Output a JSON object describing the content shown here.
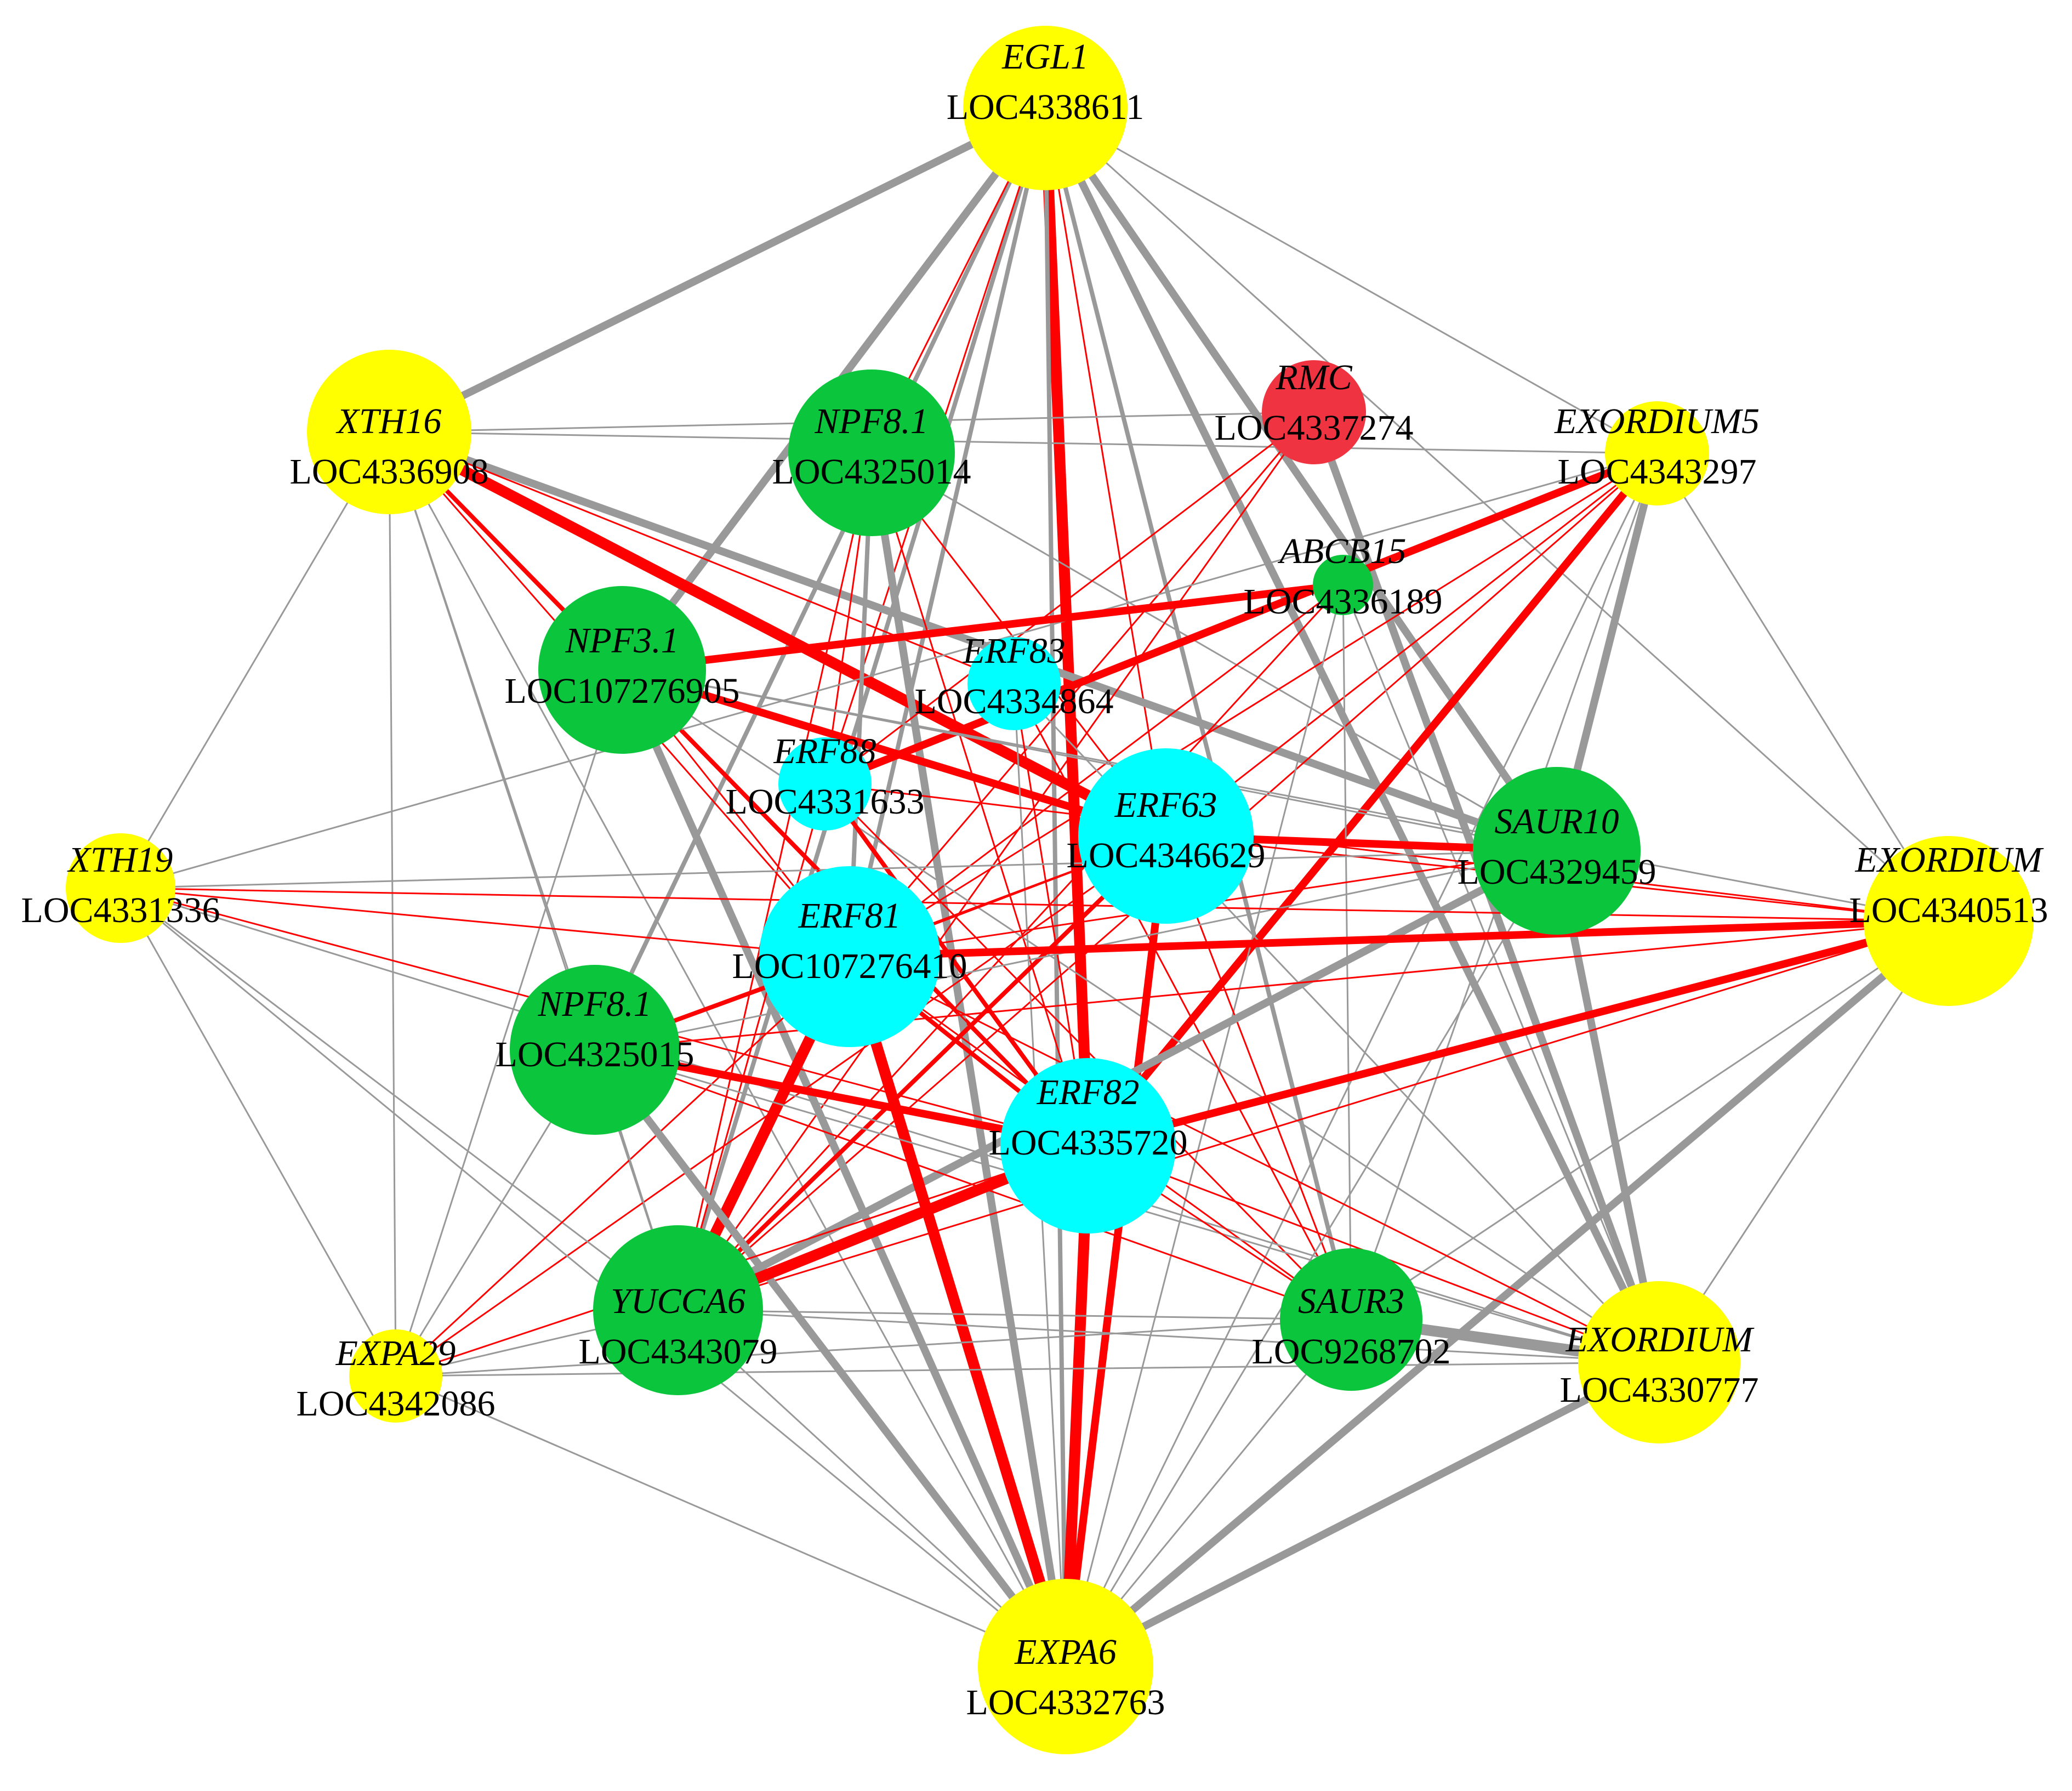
{
  "colors": {
    "yellow": "#ffff00",
    "green": "#0bc63c",
    "cyan": "#00ffff",
    "red_node": "#ef3340",
    "edge_red": "#ff0000",
    "edge_gray": "#999999"
  },
  "nodes": [
    {
      "id": "EGL1",
      "gene": "EGL1",
      "loc": "LOC4338611",
      "color": "yellow"
    },
    {
      "id": "XTH16",
      "gene": "XTH16",
      "loc": "LOC4336908",
      "color": "yellow"
    },
    {
      "id": "NPF8.1a",
      "gene": "NPF8.1",
      "loc": "LOC4325014",
      "color": "green"
    },
    {
      "id": "RMC",
      "gene": "RMC",
      "loc": "LOC4337274",
      "color": "red_node"
    },
    {
      "id": "EXORDIUM5",
      "gene": "EXORDIUM5",
      "loc": "LOC4343297",
      "color": "yellow"
    },
    {
      "id": "ABCB15",
      "gene": "ABCB15",
      "loc": "LOC4336189",
      "color": "green"
    },
    {
      "id": "NPF3.1",
      "gene": "NPF3.1",
      "loc": "LOC107276905",
      "color": "green"
    },
    {
      "id": "ERF83",
      "gene": "ERF83",
      "loc": "LOC4334864",
      "color": "cyan"
    },
    {
      "id": "ERF88",
      "gene": "ERF88",
      "loc": "LOC4331633",
      "color": "cyan"
    },
    {
      "id": "ERF63",
      "gene": "ERF63",
      "loc": "LOC4346629",
      "color": "cyan"
    },
    {
      "id": "SAUR10",
      "gene": "SAUR10",
      "loc": "LOC4329459",
      "color": "green"
    },
    {
      "id": "XTH19",
      "gene": "XTH19",
      "loc": "LOC4331336",
      "color": "yellow"
    },
    {
      "id": "EXORDIUMa",
      "gene": "EXORDIUM",
      "loc": "LOC4340513",
      "color": "yellow"
    },
    {
      "id": "ERF81",
      "gene": "ERF81",
      "loc": "LOC107276410",
      "color": "cyan"
    },
    {
      "id": "NPF8.1b",
      "gene": "NPF8.1",
      "loc": "LOC4325015",
      "color": "green"
    },
    {
      "id": "ERF82",
      "gene": "ERF82",
      "loc": "LOC4335720",
      "color": "cyan"
    },
    {
      "id": "YUCCA6",
      "gene": "YUCCA6",
      "loc": "LOC4343079",
      "color": "green"
    },
    {
      "id": "SAUR3",
      "gene": "SAUR3",
      "loc": "LOC9268702",
      "color": "green"
    },
    {
      "id": "EXORDIUMb",
      "gene": "EXORDIUM",
      "loc": "LOC4330777",
      "color": "yellow"
    },
    {
      "id": "EXPA29",
      "gene": "EXPA29",
      "loc": "LOC4342086",
      "color": "yellow"
    },
    {
      "id": "EXPA6",
      "gene": "EXPA6",
      "loc": "LOC4332763",
      "color": "yellow"
    }
  ],
  "edges": [
    [
      "EGL1",
      "XTH16",
      "gray",
      3
    ],
    [
      "EGL1",
      "NPF3.1",
      "gray",
      3
    ],
    [
      "EGL1",
      "ERF81",
      "gray",
      2
    ],
    [
      "EGL1",
      "ERF82",
      "red",
      4
    ],
    [
      "EGL1",
      "SAUR10",
      "gray",
      3
    ],
    [
      "EGL1",
      "EXORDIUMb",
      "gray",
      3
    ],
    [
      "EGL1",
      "YUCCA6",
      "gray",
      2
    ],
    [
      "EGL1",
      "EXORDIUMa",
      "gray",
      1
    ],
    [
      "EGL1",
      "NPF8.1b",
      "gray",
      2
    ],
    [
      "EGL1",
      "EXPA6",
      "gray",
      2
    ],
    [
      "EGL1",
      "ERF88",
      "red",
      1
    ],
    [
      "EGL1",
      "ERF63",
      "red",
      1
    ],
    [
      "EGL1",
      "NPF8.1a",
      "red",
      1
    ],
    [
      "EGL1",
      "SAUR3",
      "gray",
      2
    ],
    [
      "EGL1",
      "EXORDIUM5",
      "gray",
      1
    ],
    [
      "XTH16",
      "ERF63",
      "red",
      4
    ],
    [
      "XTH16",
      "ERF82",
      "red",
      2
    ],
    [
      "XTH16",
      "SAUR10",
      "gray",
      3
    ],
    [
      "XTH16",
      "YUCCA6",
      "gray",
      1
    ],
    [
      "XTH16",
      "EXPA6",
      "gray",
      1
    ],
    [
      "XTH16",
      "XTH19",
      "gray",
      1
    ],
    [
      "XTH16",
      "EXPA29",
      "gray",
      1
    ],
    [
      "XTH16",
      "ERF81",
      "red",
      1
    ],
    [
      "XTH16",
      "EXORDIUM5",
      "gray",
      1
    ],
    [
      "XTH16",
      "RMC",
      "gray",
      1
    ],
    [
      "XTH16",
      "ERF83",
      "red",
      1
    ],
    [
      "XTH16",
      "NPF8.1b",
      "gray",
      1
    ],
    [
      "NPF8.1a",
      "ERF81",
      "gray",
      2
    ],
    [
      "NPF8.1a",
      "EXPA6",
      "gray",
      3
    ],
    [
      "NPF8.1a",
      "ERF82",
      "red",
      1
    ],
    [
      "NPF8.1a",
      "YUCCA6",
      "red",
      1
    ],
    [
      "NPF8.1a",
      "SAUR10",
      "gray",
      1
    ],
    [
      "NPF8.1a",
      "ERF63",
      "red",
      1
    ],
    [
      "NPF8.1a",
      "ERF88",
      "red",
      1
    ],
    [
      "RMC",
      "EXORDIUMb",
      "gray",
      3
    ],
    [
      "RMC",
      "ERF81",
      "red",
      1
    ],
    [
      "RMC",
      "YUCCA6",
      "red",
      1
    ],
    [
      "RMC",
      "ERF88",
      "red",
      1
    ],
    [
      "EXORDIUM5",
      "ERF88",
      "red",
      3
    ],
    [
      "EXORDIUM5",
      "ERF82",
      "red",
      3
    ],
    [
      "EXORDIUM5",
      "SAUR10",
      "gray",
      3
    ],
    [
      "EXORDIUM5",
      "ERF81",
      "red",
      1
    ],
    [
      "EXORDIUM5",
      "EXPA6",
      "gray",
      1
    ],
    [
      "EXORDIUM5",
      "EXORDIUMa",
      "gray",
      1
    ],
    [
      "EXORDIUM5",
      "YUCCA6",
      "red",
      1
    ],
    [
      "EXORDIUM5",
      "XTH19",
      "gray",
      1
    ],
    [
      "EXORDIUM5",
      "ERF63",
      "red",
      1
    ],
    [
      "EXORDIUM5",
      "SAUR3",
      "gray",
      1
    ],
    [
      "ABCB15",
      "NPF3.1",
      "red",
      3
    ],
    [
      "ABCB15",
      "ERF81",
      "red",
      1
    ],
    [
      "ABCB15",
      "YUCCA6",
      "red",
      1
    ],
    [
      "ABCB15",
      "EXPA6",
      "gray",
      1
    ],
    [
      "ABCB15",
      "SAUR3",
      "gray",
      1
    ],
    [
      "ABCB15",
      "EXORDIUMb",
      "gray",
      1
    ],
    [
      "NPF3.1",
      "ERF63",
      "red",
      3
    ],
    [
      "NPF3.1",
      "EXPA6",
      "gray",
      3
    ],
    [
      "NPF3.1",
      "EXPA29",
      "gray",
      1
    ],
    [
      "NPF3.1",
      "ERF82",
      "red",
      1
    ],
    [
      "NPF3.1",
      "SAUR10",
      "gray",
      1
    ],
    [
      "NPF3.1",
      "EXORDIUMa",
      "gray",
      1
    ],
    [
      "NPF3.1",
      "EXORDIUMb",
      "gray",
      1
    ],
    [
      "NPF3.1",
      "ERF81",
      "red",
      1
    ],
    [
      "ERF83",
      "ERF82",
      "red",
      1
    ],
    [
      "ERF83",
      "SAUR3",
      "red",
      1
    ],
    [
      "ERF83",
      "EXORDIUMb",
      "gray",
      1
    ],
    [
      "ERF83",
      "EXPA6",
      "gray",
      1
    ],
    [
      "ERF88",
      "ERF82",
      "red",
      2
    ],
    [
      "ERF88",
      "YUCCA6",
      "red",
      1
    ],
    [
      "ERF88",
      "SAUR3",
      "red",
      1
    ],
    [
      "ERF88",
      "EXORDIUMa",
      "red",
      1
    ],
    [
      "ERF63",
      "SAUR10",
      "red",
      3
    ],
    [
      "ERF63",
      "YUCCA6",
      "red",
      2
    ],
    [
      "ERF63",
      "EXPA6",
      "red",
      3
    ],
    [
      "ERF63",
      "EXPA29",
      "red",
      1
    ],
    [
      "ERF63",
      "NPF8.1b",
      "red",
      1
    ],
    [
      "ERF63",
      "ERF81",
      "red",
      1
    ],
    [
      "ERF63",
      "EXORDIUMa",
      "red",
      1
    ],
    [
      "ERF63",
      "SAUR3",
      "red",
      1
    ],
    [
      "SAUR10",
      "YUCCA6",
      "gray",
      3
    ],
    [
      "SAUR10",
      "EXORDIUMb",
      "gray",
      3
    ],
    [
      "SAUR10",
      "ERF81",
      "red",
      1
    ],
    [
      "SAUR10",
      "EXPA6",
      "gray",
      1
    ],
    [
      "SAUR10",
      "XTH19",
      "gray",
      1
    ],
    [
      "SAUR10",
      "NPF8.1b",
      "gray",
      1
    ],
    [
      "XTH19",
      "ERF82",
      "red",
      1
    ],
    [
      "XTH19",
      "EXORDIUMa",
      "red",
      1
    ],
    [
      "XTH19",
      "YUCCA6",
      "gray",
      1
    ],
    [
      "XTH19",
      "EXPA6",
      "gray",
      1
    ],
    [
      "XTH19",
      "ERF81",
      "red",
      1
    ],
    [
      "XTH19",
      "EXPA29",
      "gray",
      1
    ],
    [
      "XTH19",
      "EXORDIUMb",
      "gray",
      1
    ],
    [
      "EXORDIUMa",
      "ERF81",
      "red",
      3
    ],
    [
      "EXORDIUMa",
      "ERF82",
      "red",
      3
    ],
    [
      "EXORDIUMa",
      "EXPA6",
      "gray",
      3
    ],
    [
      "EXORDIUMa",
      "EXORDIUMb",
      "gray",
      1
    ],
    [
      "EXORDIUMa",
      "YUCCA6",
      "red",
      1
    ],
    [
      "EXORDIUMa",
      "NPF8.1b",
      "red",
      1
    ],
    [
      "EXORDIUMa",
      "SAUR3",
      "gray",
      1
    ],
    [
      "ERF81",
      "NPF8.1b",
      "red",
      2
    ],
    [
      "ERF81",
      "ERF82",
      "red",
      2
    ],
    [
      "ERF81",
      "YUCCA6",
      "red",
      4
    ],
    [
      "ERF81",
      "EXPA6",
      "red",
      4
    ],
    [
      "ERF81",
      "EXPA29",
      "red",
      1
    ],
    [
      "ERF81",
      "EXORDIUMb",
      "red",
      1
    ],
    [
      "ERF81",
      "SAUR3",
      "red",
      1
    ],
    [
      "NPF8.1b",
      "ERF82",
      "red",
      3
    ],
    [
      "NPF8.1b",
      "EXPA6",
      "gray",
      3
    ],
    [
      "NPF8.1b",
      "EXPA29",
      "gray",
      1
    ],
    [
      "NPF8.1b",
      "YUCCA6",
      "gray",
      1
    ],
    [
      "NPF8.1b",
      "SAUR3",
      "red",
      1
    ],
    [
      "NPF8.1b",
      "EXORDIUMb",
      "gray",
      1
    ],
    [
      "ERF82",
      "YUCCA6",
      "red",
      4
    ],
    [
      "ERF82",
      "EXPA6",
      "red",
      4
    ],
    [
      "ERF82",
      "EXPA29",
      "red",
      1
    ],
    [
      "ERF82",
      "SAUR3",
      "red",
      1
    ],
    [
      "ERF82",
      "EXORDIUMb",
      "red",
      1
    ],
    [
      "ERF82",
      "XTH16",
      "red",
      1
    ],
    [
      "YUCCA6",
      "EXPA29",
      "gray",
      1
    ],
    [
      "YUCCA6",
      "EXPA6",
      "gray",
      1
    ],
    [
      "YUCCA6",
      "SAUR3",
      "gray",
      1
    ],
    [
      "YUCCA6",
      "EXORDIUMb",
      "gray",
      1
    ],
    [
      "SAUR3",
      "EXORDIUMb",
      "gray",
      4
    ],
    [
      "SAUR3",
      "EXPA6",
      "gray",
      1
    ],
    [
      "SAUR3",
      "EXPA29",
      "gray",
      1
    ],
    [
      "EXORDIUMb",
      "EXPA6",
      "gray",
      3
    ],
    [
      "EXORDIUMb",
      "EXPA29",
      "gray",
      1
    ],
    [
      "EXPA29",
      "EXPA6",
      "gray",
      1
    ]
  ]
}
